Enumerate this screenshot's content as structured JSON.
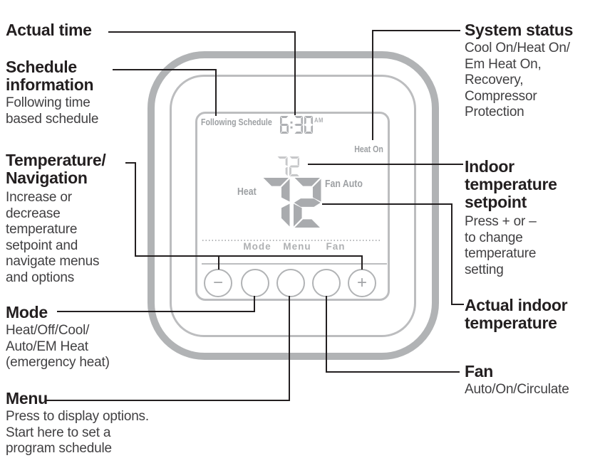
{
  "thermostat": {
    "schedule_status": "Following Schedule",
    "time": "6:30",
    "meridiem": "AM",
    "system_status": "Heat On",
    "setpoint": "72",
    "actual_temp": "72",
    "mode": "Heat",
    "fan": "Fan Auto",
    "soft_keys": [
      "Mode",
      "Menu",
      "Fan"
    ],
    "minus_label": "−",
    "plus_label": "+"
  },
  "colors": {
    "body_stroke": "#b1b3b5",
    "screen_stroke": "#bcbdbf",
    "lcd_text": "#9da0a3",
    "segment_large": "#a9abae",
    "segment_small": "#c7c8ca",
    "segment_time": "#aeb0b3",
    "callout_line": "#231f20",
    "heading_text": "#231f20",
    "body_text": "#414042"
  },
  "callouts": {
    "actual_time": {
      "title_lines": [
        "Actual time"
      ],
      "desc_lines": []
    },
    "schedule_information": {
      "title_lines": [
        "Schedule",
        "information"
      ],
      "desc_lines": [
        "Following time",
        "based schedule"
      ]
    },
    "temperature_navigation": {
      "title_lines": [
        "Temperature/",
        "Navigation"
      ],
      "desc_lines": [
        "Increase or",
        "decrease",
        "temperature",
        "setpoint and",
        "navigate menus",
        "and options"
      ]
    },
    "mode": {
      "title_lines": [
        "Mode"
      ],
      "desc_lines": [
        "Heat/Off/Cool/",
        "Auto/EM Heat",
        "(emergency heat)"
      ]
    },
    "menu": {
      "title_lines": [
        "Menu"
      ],
      "desc_lines": [
        "Press to display options.",
        "Start here to set a",
        "program schedule"
      ]
    },
    "system_status": {
      "title_lines": [
        "System status"
      ],
      "desc_lines": [
        "Cool On/Heat On/",
        "Em Heat On,",
        "Recovery,",
        "Compressor",
        "Protection"
      ]
    },
    "indoor_temperature_setpoint": {
      "title_lines": [
        "Indoor",
        "temperature",
        "setpoint"
      ],
      "desc_lines": [
        "Press + or –",
        "to change",
        "temperature",
        "setting"
      ]
    },
    "actual_indoor_temperature": {
      "title_lines": [
        "Actual indoor",
        "temperature"
      ],
      "desc_lines": []
    },
    "fan": {
      "title_lines": [
        "Fan"
      ],
      "desc_lines": [
        "Auto/On/Circulate"
      ]
    }
  }
}
